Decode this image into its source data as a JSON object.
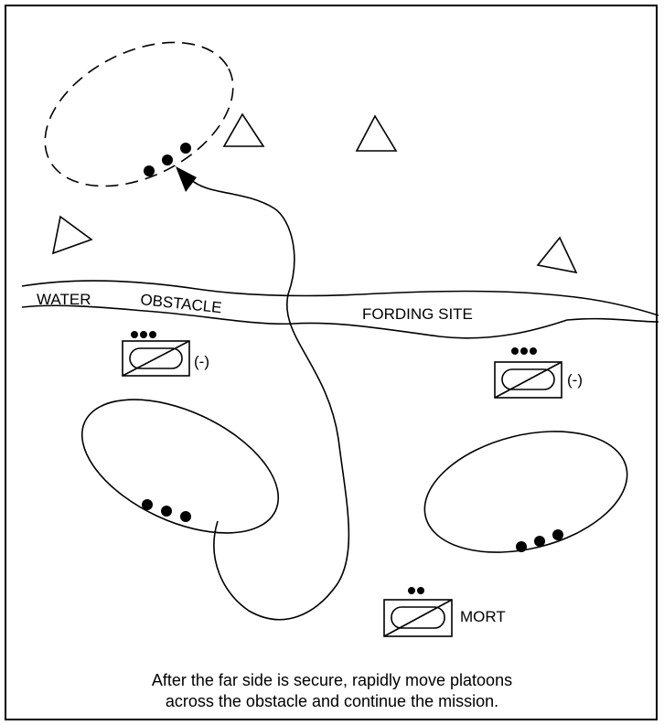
{
  "labels": {
    "water": "WATER",
    "obstacle": "OBSTACLE",
    "fording_site": "FORDING SITE",
    "reduced_left": "(-)",
    "reduced_right": "(-)",
    "mort": "MORT"
  },
  "caption": {
    "line1": "After the far side is secure, rapidly move platoons",
    "line2": "across the obstacle and continue the mission."
  },
  "symbols": {
    "platoon_marker": "three-dots",
    "section_marker": "two-dots",
    "unit_type": "mechanized-infantry",
    "terrain_marker": "triangle"
  }
}
